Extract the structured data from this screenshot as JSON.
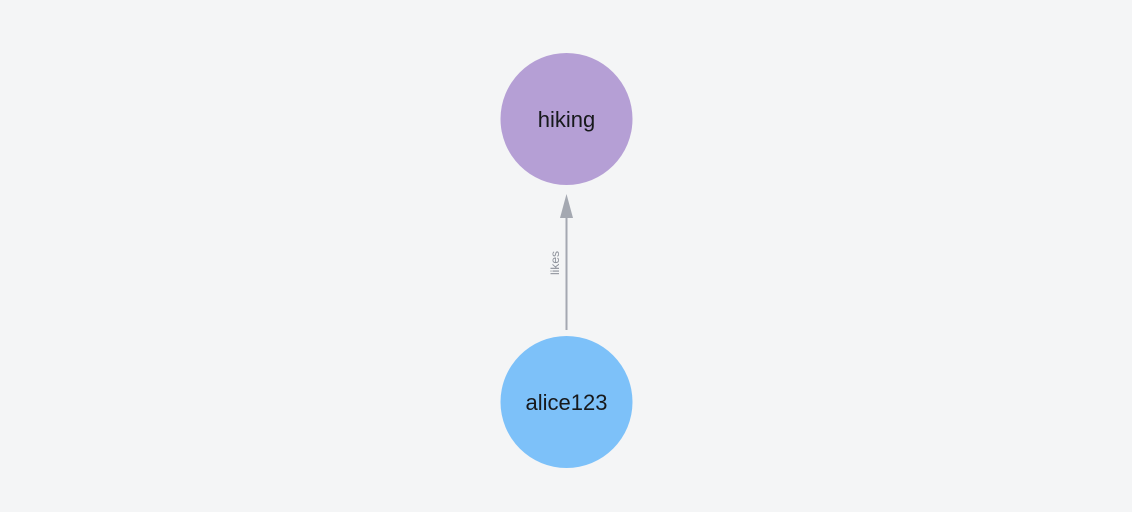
{
  "graph": {
    "background_color": "#f4f5f6",
    "node_text_color": "#17191c",
    "nodes": [
      {
        "id": "hiking",
        "label": "hiking",
        "color": "#b59fd5"
      },
      {
        "id": "alice123",
        "label": "alice123",
        "color": "#7dc1f9"
      }
    ],
    "edges": [
      {
        "label": "likes",
        "source": "alice123",
        "target": "hiking",
        "direction": "up",
        "color": "#a4a8b1",
        "label_color": "#8d919a"
      }
    ]
  }
}
